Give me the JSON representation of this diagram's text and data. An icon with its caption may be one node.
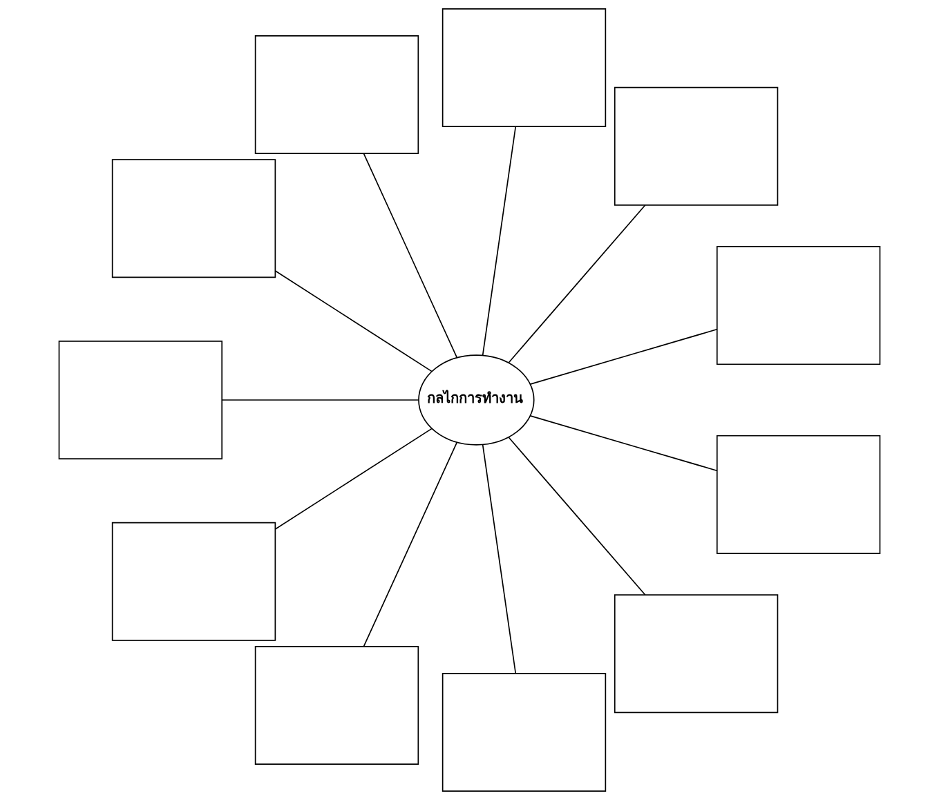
{
  "diagram": {
    "nodes": [
      {
        "text": [],
        "shape": "box"
      },
      {
        "text": [],
        "shape": "box"
      },
      {
        "text": [],
        "shape": "box"
      },
      {
        "text": [],
        "shape": "box"
      },
      {
        "text": [],
        "shape": "box"
      },
      {
        "text": [
          "กลไกการทำงาน"
        ]
      },
      {
        "text": [],
        "shape": "box"
      },
      {
        "text": [],
        "shape": "box"
      },
      {
        "text": [],
        "shape": "box"
      },
      {
        "text": [],
        "shape": "box"
      },
      {
        "text": [],
        "shape": "box"
      },
      {
        "text": [],
        "shape": "box"
      }
    ],
    "edges": [
      {
        "from": 5,
        "to": 0,
        "arrow": "none"
      },
      {
        "from": 5,
        "to": 1,
        "arrow": "none"
      },
      {
        "from": 5,
        "to": 2,
        "arrow": "none"
      },
      {
        "from": 5,
        "to": 4,
        "arrow": "none"
      },
      {
        "from": 5,
        "to": 7,
        "arrow": "none"
      },
      {
        "from": 5,
        "to": 11,
        "arrow": "none"
      },
      {
        "from": 5,
        "to": 10,
        "arrow": "none"
      },
      {
        "from": 5,
        "to": 9,
        "arrow": "none"
      },
      {
        "from": 5,
        "to": 8,
        "arrow": "none"
      },
      {
        "from": 5,
        "to": 6,
        "arrow": "none"
      },
      {
        "from": 5,
        "to": 3,
        "arrow": "none"
      }
    ]
  }
}
